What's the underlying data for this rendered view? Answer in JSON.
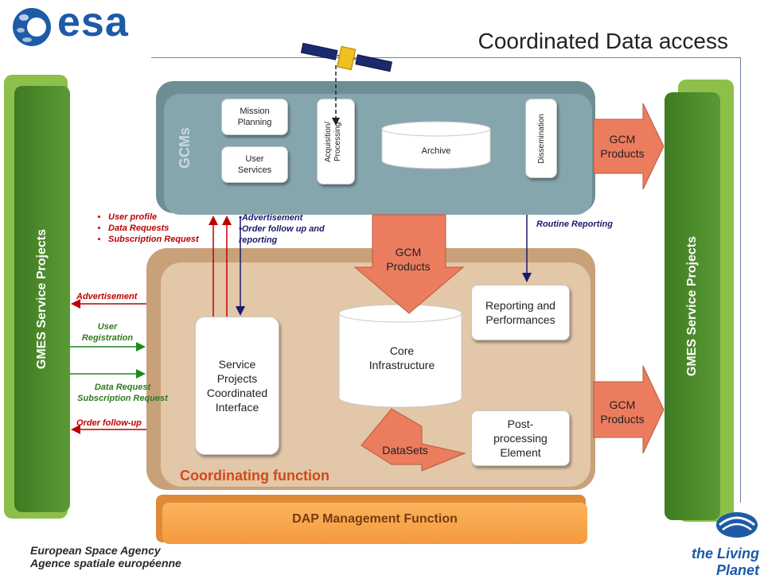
{
  "header": {
    "logo_text": "esa",
    "title": "Coordinated Data access"
  },
  "side_panels": {
    "left_label": "GMES Service Projects",
    "right_label": "GMES Service Projects"
  },
  "gcms": {
    "label": "GCMs",
    "mission_planning": "Mission Planning",
    "user_services": "User Services",
    "acquisition": "Acquisition/ Processing",
    "archive": "Archive",
    "dissemination": "Dissemination"
  },
  "arrows": {
    "gcm_products_top": "GCM Products",
    "gcm_products_mid": "GCM Products",
    "gcm_products_bottom": "GCM Products",
    "datasets": "DataSets"
  },
  "coordinating": {
    "label": "Coordinating function",
    "service_projects": "Service Projects Coordinated Interface",
    "core_infrastructure": "Core Infrastructure",
    "reporting": "Reporting and Performances",
    "post_processing": "Post-processing Element"
  },
  "annotations": {
    "user_side": [
      "User profile",
      "Data Requests",
      "Subscription Request"
    ],
    "gcm_side": [
      "Advertisement",
      "Order follow up and reporting"
    ],
    "routine_reporting": "Routine Reporting",
    "advertisement": "Advertisement",
    "user_registration": "User Registration",
    "data_request": "Data Request Subscription Request",
    "order_followup": "Order follow-up"
  },
  "dap": {
    "label": "DAP Management Function"
  },
  "footer": {
    "agency_en": "European Space Agency",
    "agency_fr": "Agence spatiale européenne",
    "living_planet": "the Living Planet"
  },
  "colors": {
    "esa_blue": "#1e5aa8",
    "green_panel": "#4e8a2c",
    "gcms_box": "#7e9ea6",
    "coord_box": "#c8a07a",
    "salmon_arrow": "#ec7c5e",
    "dap_orange": "#f5a04a"
  }
}
